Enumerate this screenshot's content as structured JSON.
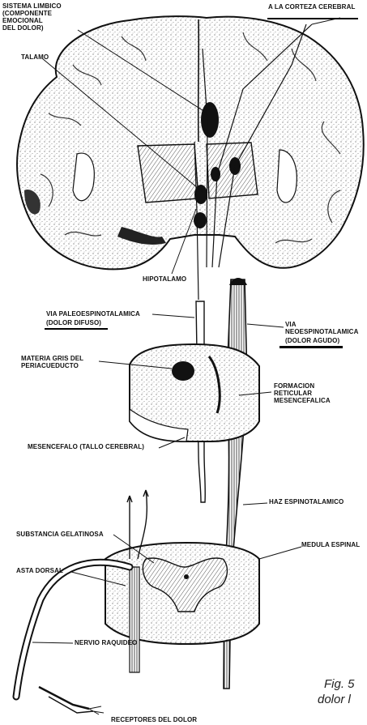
{
  "labels": {
    "sistema_limbico": "SISTEMA LIMBICO\n(COMPONENTE\nEMOCIONAL\nDEL DOLOR)",
    "corteza": "A LA CORTEZA CEREBRAL",
    "talamo": "TALAMO",
    "hipotalamo": "HIPOTALAMO",
    "via_paleo": "VIA PALEOESPINOTALAMICA",
    "dolor_difuso": "(DOLOR DIFUSO)",
    "via_neo": "VIA\nNEOESPINOTALAMICA",
    "dolor_agudo": "(DOLOR AGUDO)",
    "materia_gris": "MATERIA GRIS DEL\nPERIACUEDUCTO",
    "formacion": "FORMACION\nRETICULAR\nMESENCEFALICA",
    "mesencefalo": "MESENCEFALO (TALLO CEREBRAL)",
    "haz": "HAZ ESPINOTALAMICO",
    "substancia": "SUBSTANCIA GELATINOSA",
    "asta": "ASTA DORSAL",
    "medula": "MEDULA ESPINAL",
    "nervio": "NERVIO RAQUIDEO",
    "receptores": "RECEPTORES DEL DOLOR"
  },
  "caption": {
    "line1": "Fig. 5",
    "line2": "dolor l"
  }
}
